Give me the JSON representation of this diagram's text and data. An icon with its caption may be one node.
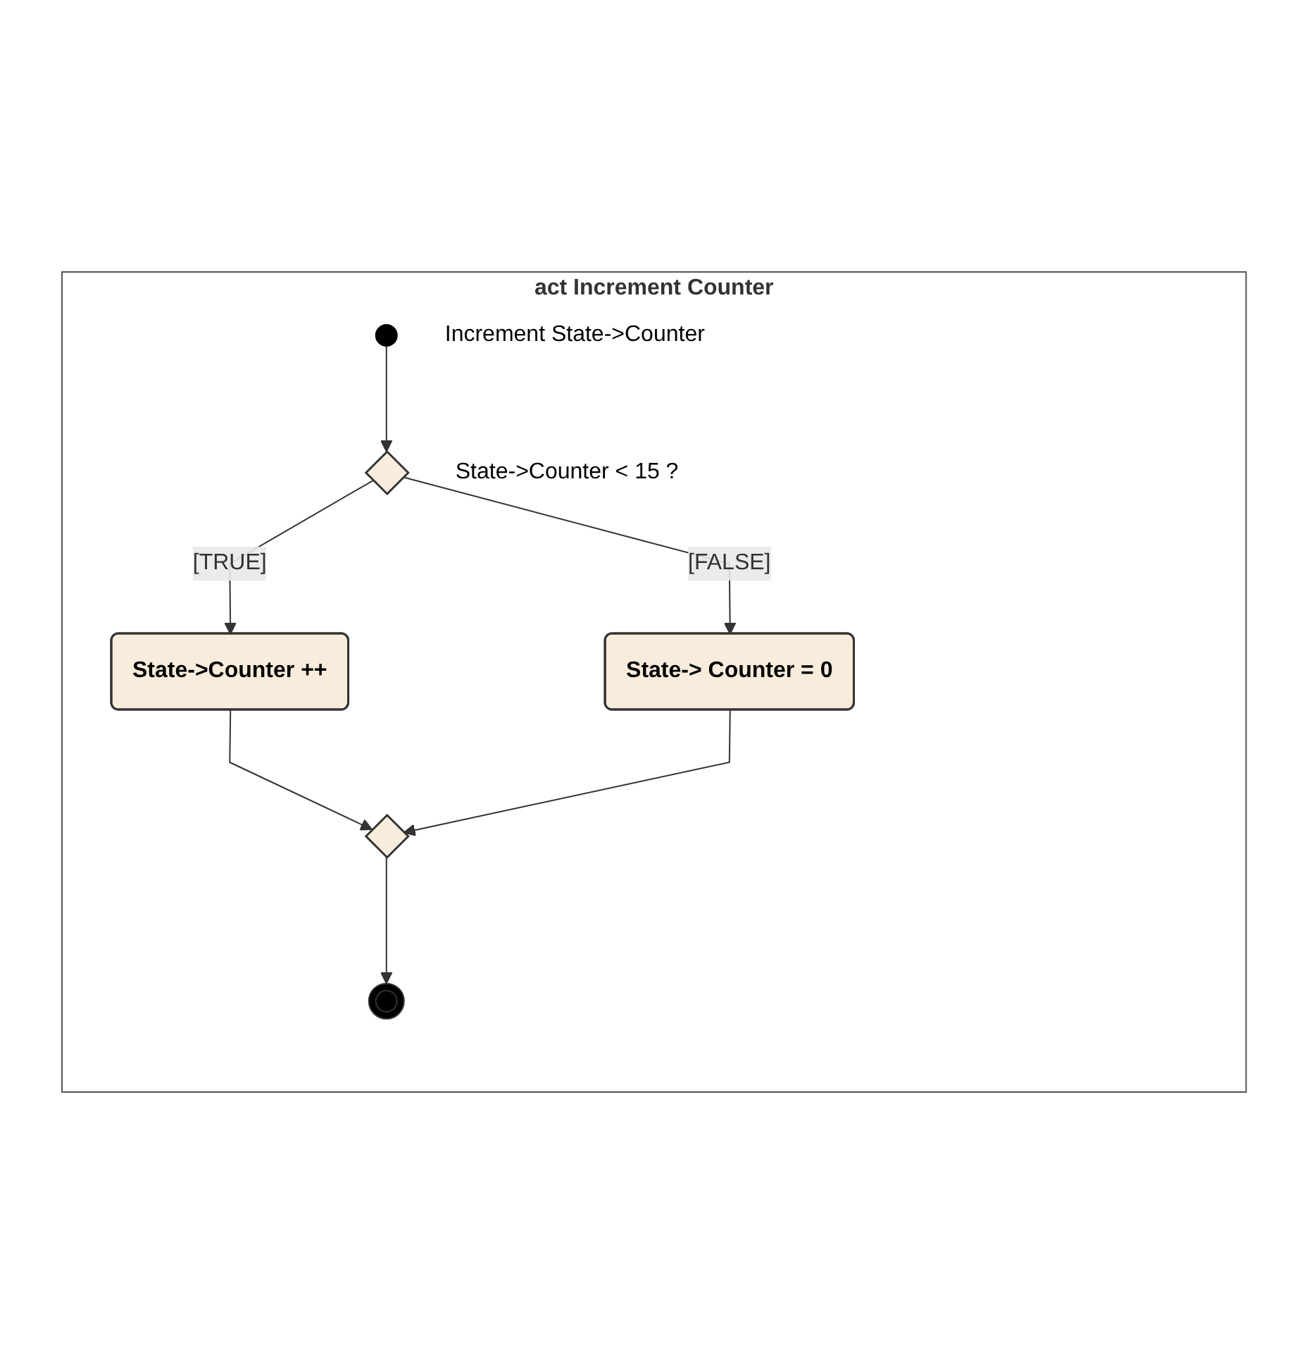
{
  "diagram": {
    "nodes": [
      {
        "text": [
          "act Increment Counter"
        ]
      },
      {
        "text": [],
        "shape": "circle",
        "in": 0,
        "beside": [
          "Increment State->Counter"
        ]
      },
      {
        "text": [],
        "shape": "diamond",
        "in": 0,
        "beside": [
          "State->Counter < 15 ?"
        ]
      },
      {
        "text": [
          "State->Counter ++"
        ],
        "in": 0
      },
      {
        "text": [
          "State-> Counter = 0"
        ],
        "in": 0
      },
      {
        "text": [],
        "shape": "diamond",
        "in": 0
      },
      {
        "text": [],
        "shape": "circle",
        "in": 0
      }
    ],
    "edges": [
      {
        "from": 1,
        "to": 2,
        "arrow": "to"
      },
      {
        "from": 2,
        "to": 3,
        "arrow": "to",
        "label": "[TRUE]"
      },
      {
        "from": 2,
        "to": 4,
        "arrow": "to",
        "label": "[FALSE]"
      },
      {
        "from": 3,
        "to": 5,
        "arrow": "to"
      },
      {
        "from": 4,
        "to": 5,
        "arrow": "to"
      },
      {
        "from": 5,
        "to": 6,
        "arrow": "to"
      }
    ]
  }
}
